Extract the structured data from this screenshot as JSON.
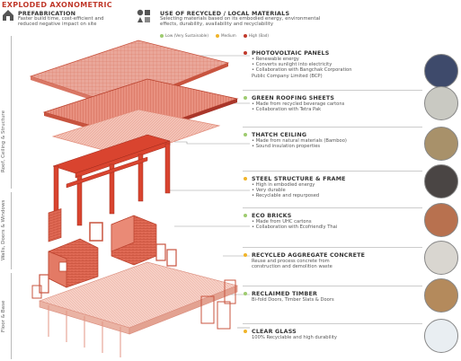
{
  "title": "EXPLODED AXONOMETRIC",
  "prefabrication": {
    "heading": "PREFABRICATION",
    "lines": [
      "Faster build time, cost-efficient and",
      "reduced negative impact on site"
    ]
  },
  "recycled": {
    "heading": "USE OF RECYCLED / LOCAL MATERIALS",
    "lines": [
      "Selecting materials based on its embodied energy, environmental",
      "effects, durability, availability and recyclability"
    ]
  },
  "legend": [
    {
      "label": "Low (Very Sustainable)",
      "color": "#9ecb6f"
    },
    {
      "label": "Medium",
      "color": "#f0b429"
    },
    {
      "label": "High (Bad)",
      "color": "#c0392b"
    }
  ],
  "side_labels": {
    "roof": "Roof, Ceiling & Structure",
    "walls": "Walls, Doors & Windows",
    "floor": "Floor & Base"
  },
  "materials": [
    {
      "title": "PHOTOVOLTAIC PANELS",
      "rating": "#c0392b",
      "lines": [
        "• Renewable energy",
        "• Converts sunlight into electricity",
        "• Collaboration with Bangchak Corporation",
        "  Public Company Limited (BCP)"
      ],
      "swatch": "#3e4a6b"
    },
    {
      "title": "GREEN ROOFING SHEETS",
      "rating": "#9ecb6f",
      "lines": [
        "• Made from recycled beverage cartons",
        "• Collaboration with Tetra Pak"
      ],
      "swatch": "#c9c9c2"
    },
    {
      "title": "THATCH CEILING",
      "rating": "#9ecb6f",
      "lines": [
        "• Made from natural materials (Bamboo)",
        "• Sound insulation properties"
      ],
      "swatch": "#a8916a"
    },
    {
      "title": "STEEL STRUCTURE & FRAME",
      "rating": "#f0b429",
      "lines": [
        "• High in embodied energy",
        "• Very durable",
        "• Recyclable and repurposed"
      ],
      "swatch": "#4a4544"
    },
    {
      "title": "ECO BRICKS",
      "rating": "#9ecb6f",
      "lines": [
        "• Made from UHC cartons",
        "• Collaboration with Ecofriendly Thai"
      ],
      "swatch": "#b8714f"
    },
    {
      "title": "RECYCLED AGGREGATE CONCRETE",
      "rating": "#f0b429",
      "lines": [
        "Reuse and process concrete from",
        "construction and demolition waste"
      ],
      "swatch": "#d9d6d0"
    },
    {
      "title": "RECLAIMED TIMBER",
      "rating": "#9ecb6f",
      "lines": [
        "Bi-fold Doors, Timber Slats & Doors"
      ],
      "swatch": "#b48a5c"
    },
    {
      "title": "CLEAR GLASS",
      "rating": "#f0b429",
      "lines": [
        "100% Recyclable and high durability"
      ],
      "swatch": "#e9eef2"
    }
  ]
}
